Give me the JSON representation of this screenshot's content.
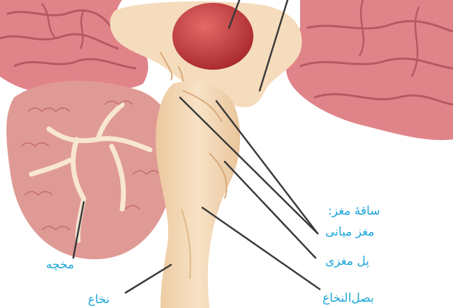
{
  "colors": {
    "label": "#1aa6d8",
    "leader": "#3a3a3a",
    "cerebrum": "#e0848a",
    "cerebrum_fold": "#b85862",
    "cerebellum": "#e09a95",
    "white_matter": "#f7e6d2",
    "brainstem": "#f5dcbc",
    "brainstem_shadow": "#e7c59d",
    "thalamus": "#c63a3d"
  },
  "labels": {
    "brainstem_heading": "ساقهٔ مغز:",
    "midbrain": "مغز میانی",
    "pons": "پل مغزی",
    "medulla": "بصل‌النخاع",
    "cerebellum": "مخچه",
    "spinal_cord": "نخاع"
  }
}
